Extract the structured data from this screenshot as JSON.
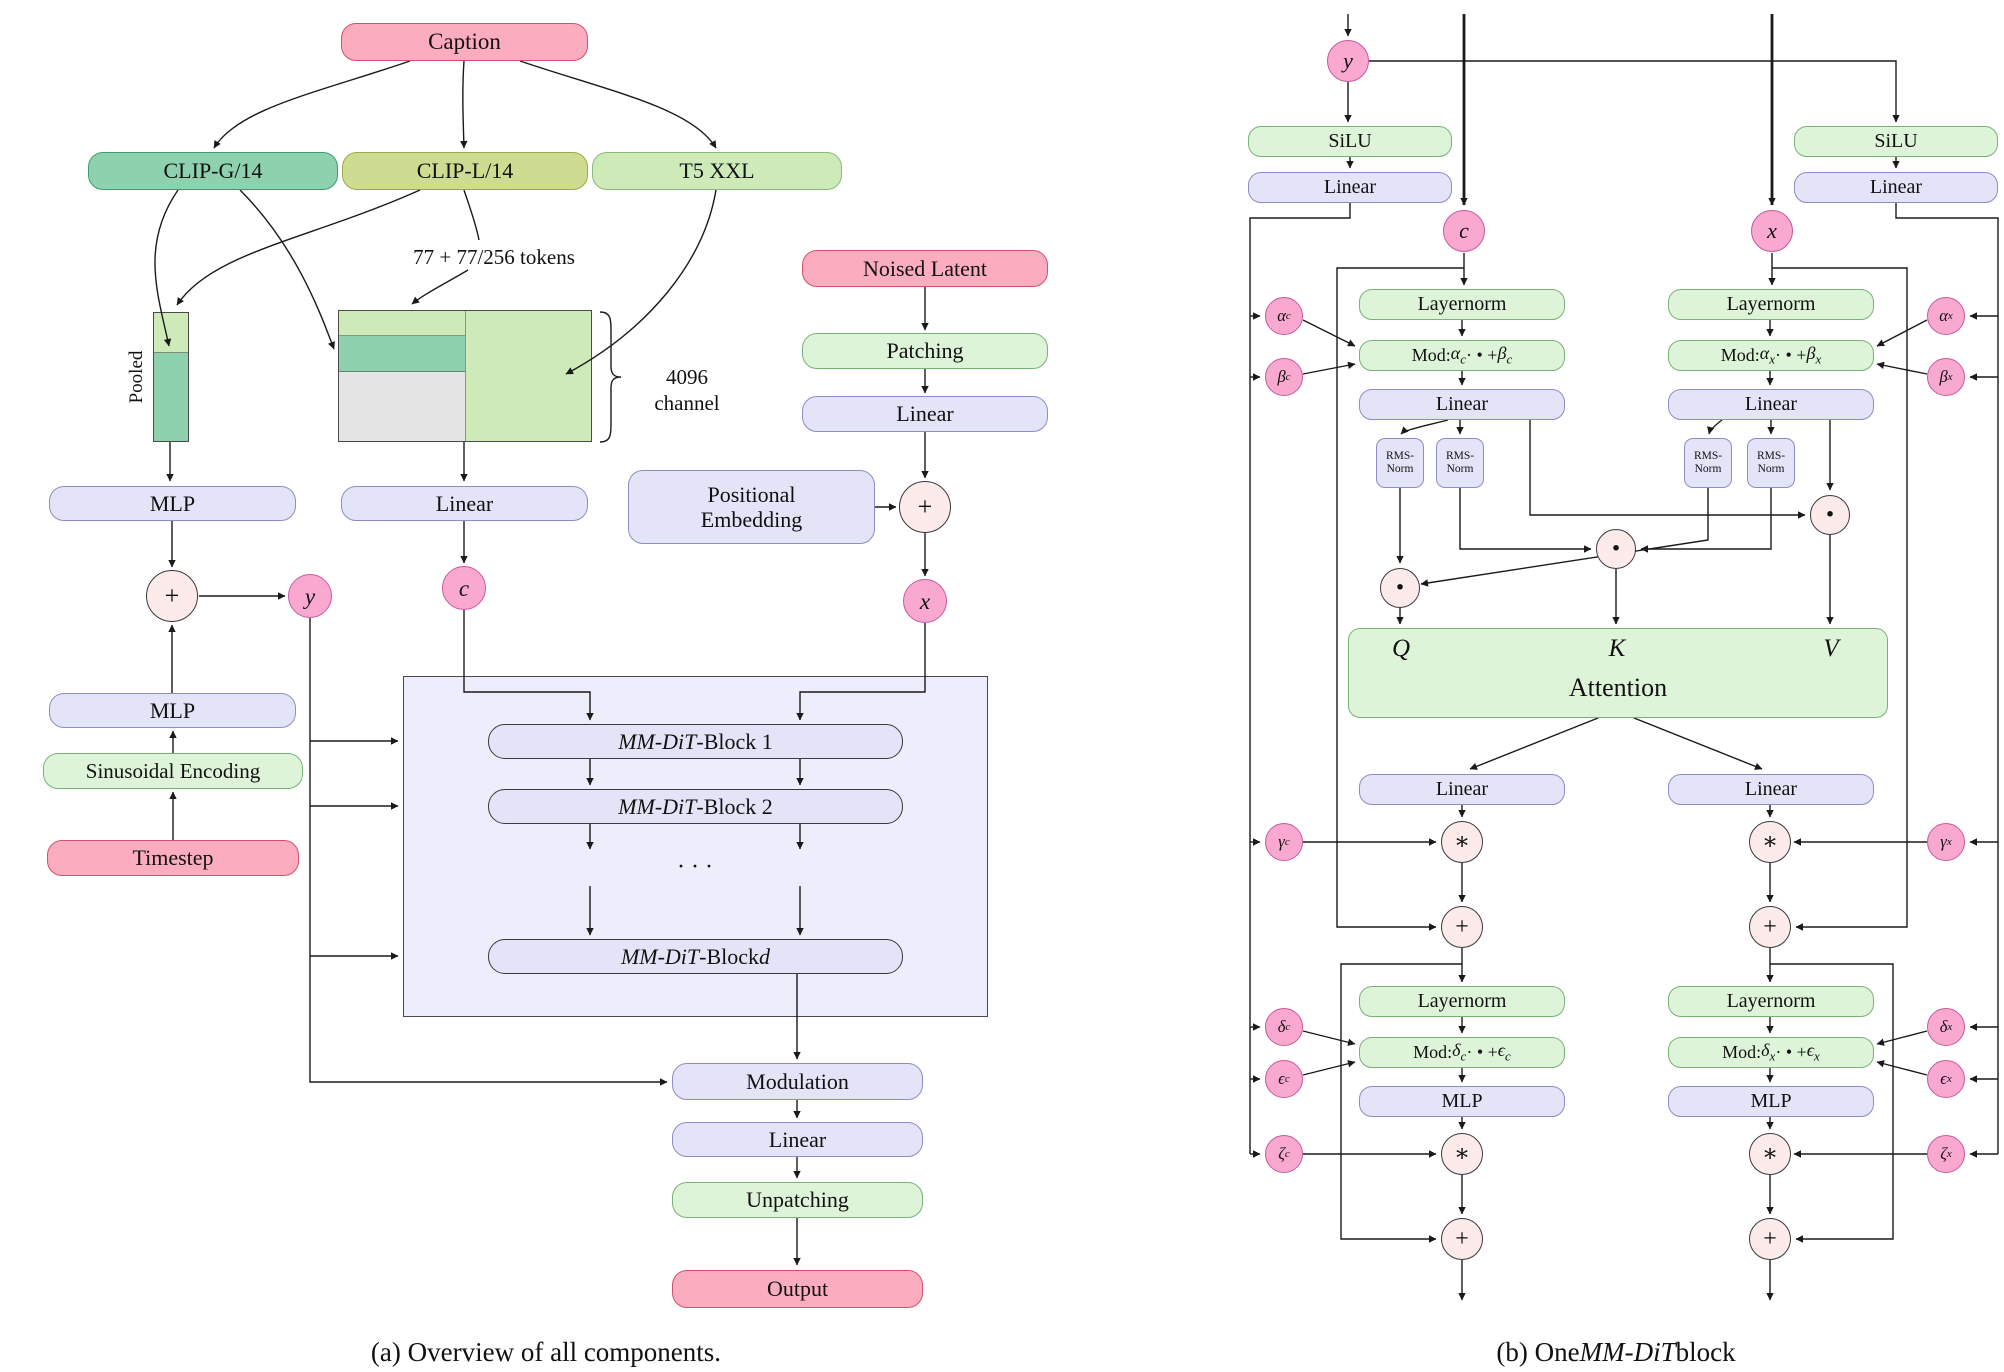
{
  "figure_a": {
    "caption": "(a) Overview of all components.",
    "caption_box": "Caption",
    "encoders": {
      "clip_g": "CLIP-G/14",
      "clip_l": "CLIP-L/14",
      "t5": "T5 XXL"
    },
    "tokens_note": "77 + 77/256 tokens",
    "pooled_label": "Pooled",
    "channel_note": "4096 channel",
    "mlp_pooled": "MLP",
    "linear_tokens": "Linear",
    "latent": {
      "noised": "Noised Latent",
      "patching": "Patching",
      "linear": "Linear",
      "pos_embed": "Positional Embedding"
    },
    "vars": {
      "y": "y",
      "c": "c",
      "x": "x"
    },
    "ops": {
      "plus": "+"
    },
    "time": {
      "mlp": "MLP",
      "sinusoidal": "Sinusoidal Encoding",
      "timestep": "Timestep"
    },
    "blocks": {
      "b1": "<i>MM-DiT</i>-Block 1",
      "b2": "<i>MM-DiT</i>-Block 2",
      "dots": "· · ·",
      "bd": "<i>MM-DiT</i>-Block <i>d</i>"
    },
    "out": {
      "modulation": "Modulation",
      "linear": "Linear",
      "unpatching": "Unpatching",
      "output": "Output"
    }
  },
  "figure_b": {
    "caption": "(b) One <i>MM-DiT</i> block",
    "vars": {
      "y": "y",
      "c": "c",
      "x": "x"
    },
    "boxes": {
      "silu": "SiLU",
      "linear": "Linear",
      "layernorm": "Layernorm",
      "mlp": "MLP",
      "rms": "RMS-Norm",
      "attention": "Attention"
    },
    "qkv": {
      "q": "Q",
      "k": "K",
      "v": "V"
    },
    "ops": {
      "mult": "∗",
      "plus": "+",
      "dot": "·"
    },
    "mods": {
      "c1": "Mod: <i>α<sub>c</sub></i> · • + <i>β<sub>c</sub></i>",
      "x1": "Mod: <i>α<sub>x</sub></i> · • + <i>β<sub>x</sub></i>",
      "c2": "Mod: <i>δ<sub>c</sub></i> · • + <i>ϵ<sub>c</sub></i>",
      "x2": "Mod: <i>δ<sub>x</sub></i> · • + <i>ϵ<sub>x</sub></i>"
    },
    "greek": {
      "alpha_c": "α<sub>c</sub>",
      "beta_c": "β<sub>c</sub>",
      "gamma_c": "γ<sub>c</sub>",
      "delta_c": "δ<sub>c</sub>",
      "epsilon_c": "ϵ<sub>c</sub>",
      "zeta_c": "ζ<sub>c</sub>",
      "alpha_x": "α<sub>x</sub>",
      "beta_x": "β<sub>x</sub>",
      "gamma_x": "γ<sub>x</sub>",
      "delta_x": "δ<sub>x</sub>",
      "epsilon_x": "ϵ<sub>x</sub>",
      "zeta_x": "ζ<sub>x</sub>"
    }
  }
}
